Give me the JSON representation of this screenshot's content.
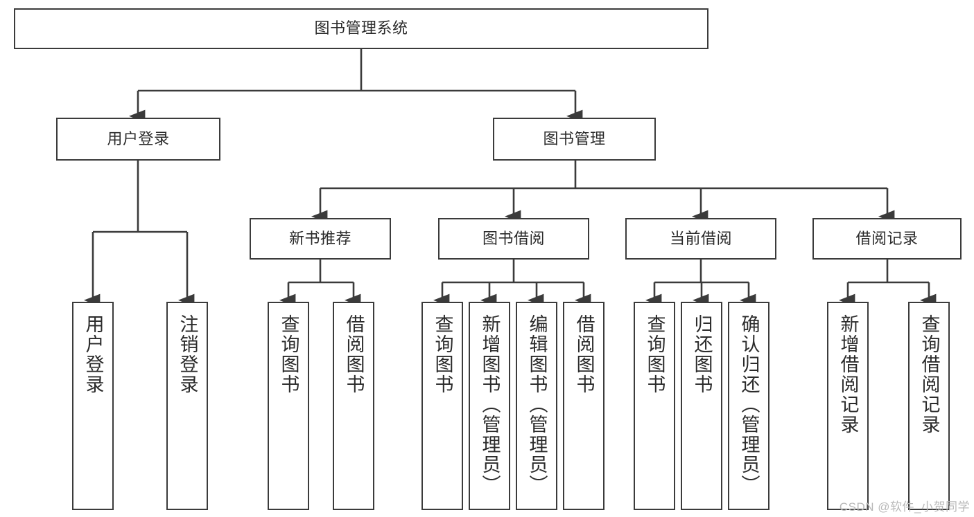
{
  "diagram": {
    "title": "图书管理系统",
    "style": {
      "background": "#ffffff",
      "line_color": "#3b3b3b",
      "box_border": "#3b3b3b",
      "box_fill": "#ffffff",
      "text_color": "#2b2b2b",
      "watermark_color": "#b9b9b9"
    },
    "root": {
      "label": "图书管理系统"
    },
    "level1": [
      {
        "label": "用户登录"
      },
      {
        "label": "图书管理"
      }
    ],
    "level2": [
      {
        "label": "新书推荐"
      },
      {
        "label": "图书借阅"
      },
      {
        "label": "当前借阅"
      },
      {
        "label": "借阅记录"
      }
    ],
    "leaves": {
      "user_login": [
        {
          "label": "用户登录"
        },
        {
          "label": "注销登录"
        }
      ],
      "new_book_recommend": [
        {
          "label": "查询图书"
        },
        {
          "label": "借阅图书"
        }
      ],
      "book_borrow": [
        {
          "label": "查询图书"
        },
        {
          "label": "新增图书（管理员）"
        },
        {
          "label": "编辑图书（管理员）"
        },
        {
          "label": "借阅图书"
        }
      ],
      "current_borrow": [
        {
          "label": "查询图书"
        },
        {
          "label": "归还图书"
        },
        {
          "label": "确认归还（管理员）"
        }
      ],
      "borrow_records": [
        {
          "label": "新增借阅记录"
        },
        {
          "label": "查询借阅记录"
        }
      ]
    }
  },
  "watermark": {
    "text": "CSDN @软件_小贺同学"
  }
}
